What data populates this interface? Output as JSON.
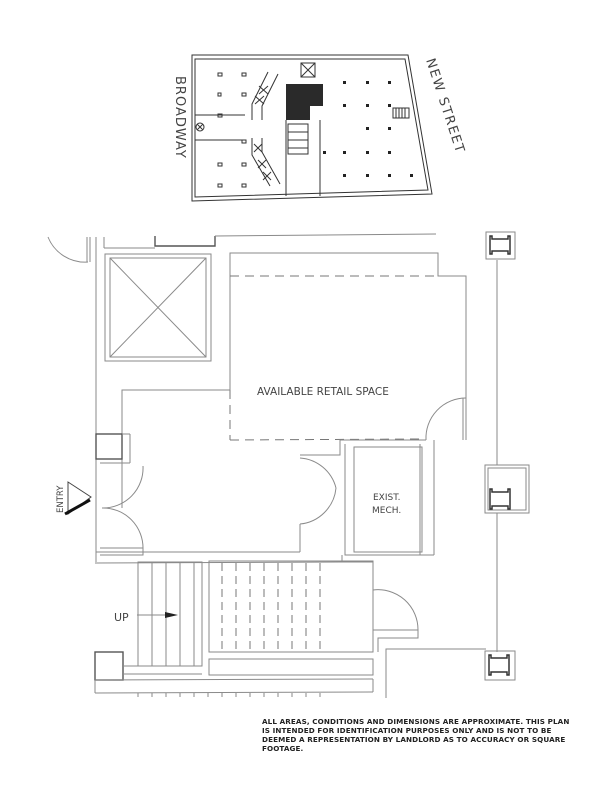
{
  "key_plan": {
    "street_west": "BROADWAY",
    "street_east": "NEW STREET"
  },
  "floor_plan": {
    "rooms": [
      {
        "id": "retail",
        "label": "AVAILABLE RETAIL SPACE"
      },
      {
        "id": "mech",
        "label_line1": "EXIST.",
        "label_line2": "MECH."
      }
    ],
    "entry_label": "ENTRY",
    "stair_label": "UP"
  },
  "disclaimer": "ALL AREAS, CONDITIONS AND DIMENSIONS ARE APPROXIMATE.  THIS PLAN IS INTENDED FOR IDENTIFICATION PURPOSES ONLY AND IS NOT TO BE DEEMED A REPRESENTATION BY LANDLORD AS TO ACCURACY OR SQUARE FOOTAGE.",
  "colors": {
    "background": "#ffffff",
    "line": "#8a8a8a",
    "dark_line": "#333333",
    "highlight_fill": "#2a2a2a"
  }
}
